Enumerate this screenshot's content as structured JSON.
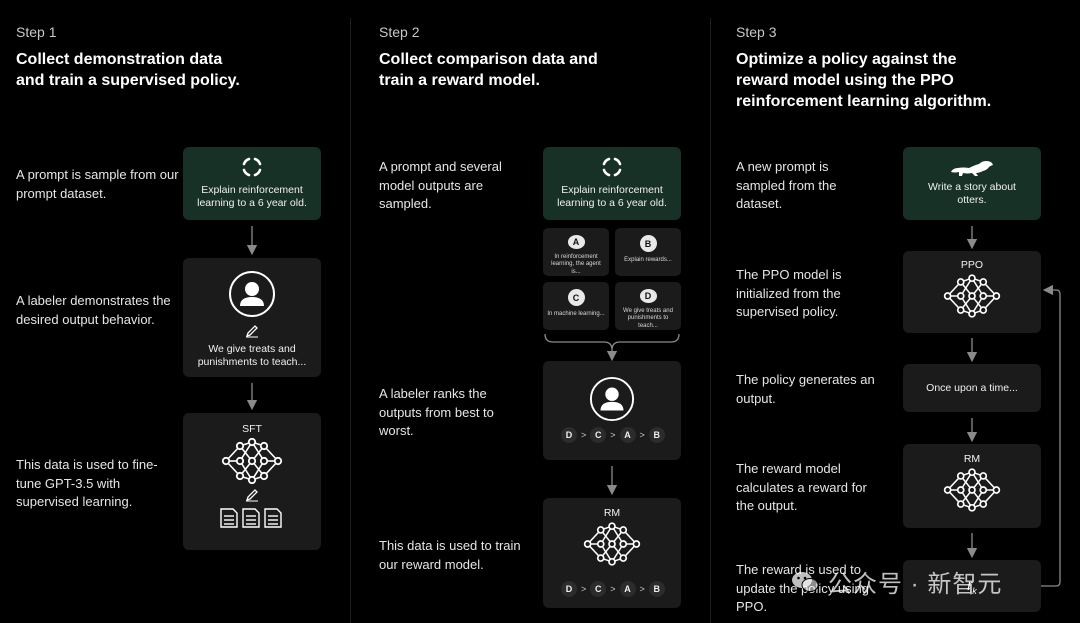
{
  "steps": [
    {
      "label": "Step 1",
      "title": "Collect demonstration data and train a supervised policy.",
      "desc1": "A prompt is sample from our prompt dataset.",
      "desc2": "A labeler demonstrates the desired output behavior.",
      "desc3": "This data is used to fine-tune GPT-3.5 with supervised learning.",
      "prompt_text": "Explain reinforcement learning to a 6 year old.",
      "demo_text": "We give treats and punishments to teach...",
      "model_label": "SFT"
    },
    {
      "label": "Step 2",
      "title": "Collect comparison data and train a reward model.",
      "desc1": "A prompt and several model outputs are sampled.",
      "desc2": "A labeler ranks the outputs from best to worst.",
      "desc3": "This data is used to train our reward model.",
      "prompt_text": "Explain reinforcement learning to a 6 year old.",
      "outputs": [
        {
          "letter": "A",
          "text": "In reinforcement learning, the agent is..."
        },
        {
          "letter": "B",
          "text": "Explain rewards..."
        },
        {
          "letter": "C",
          "text": "In machine learning..."
        },
        {
          "letter": "D",
          "text": "We give treats and punishments to teach..."
        }
      ],
      "ranking": [
        "D",
        ">",
        "C",
        ">",
        "A",
        ">",
        "B"
      ],
      "model_label": "RM"
    },
    {
      "label": "Step 3",
      "title": "Optimize a policy against the reward model using the PPO reinforcement learning algorithm.",
      "desc1": "A new prompt is sampled from the dataset.",
      "desc2": "The PPO model is initialized from the supervised policy.",
      "desc3": "The policy generates an output.",
      "desc4": "The reward model calculates a reward for the output.",
      "desc5": "The reward is used to update the policy using PPO.",
      "prompt_text": "Write a story about otters.",
      "ppo_label": "PPO",
      "output_text": "Once upon a time...",
      "rm_label": "RM",
      "reward_symbol": "r",
      "reward_subscript": "k"
    }
  ],
  "watermark": {
    "text": "公众号 · 新智元"
  }
}
